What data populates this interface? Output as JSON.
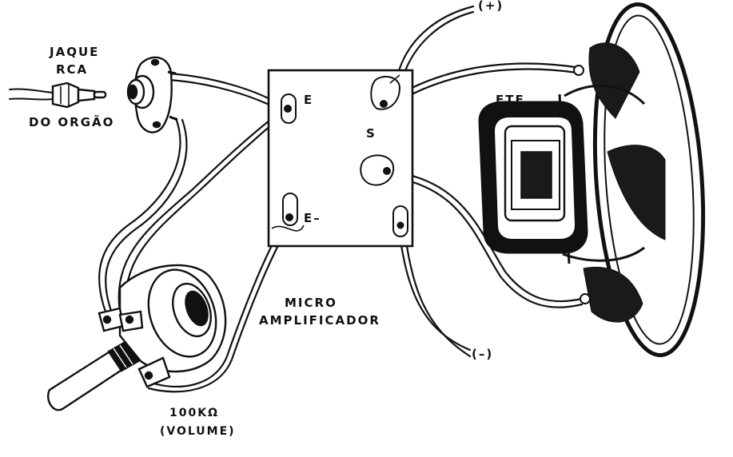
{
  "labels": {
    "jack_line1": "JAQUE",
    "jack_line2": "RCA",
    "source": "DO  ORGÃO",
    "input_e": "E",
    "input_e_minus": "E–",
    "output_s": "S",
    "plus": "(+)",
    "minus": "(–)",
    "speaker": "FTE",
    "module_line1": "MICRO",
    "module_line2": "AMPLIFICADOR",
    "pot_value": "100KΩ",
    "pot_function": "(VOLUME)"
  },
  "colors": {
    "ink": "#111111",
    "paper": "#ffffff",
    "shade": "#1a1a1a"
  }
}
